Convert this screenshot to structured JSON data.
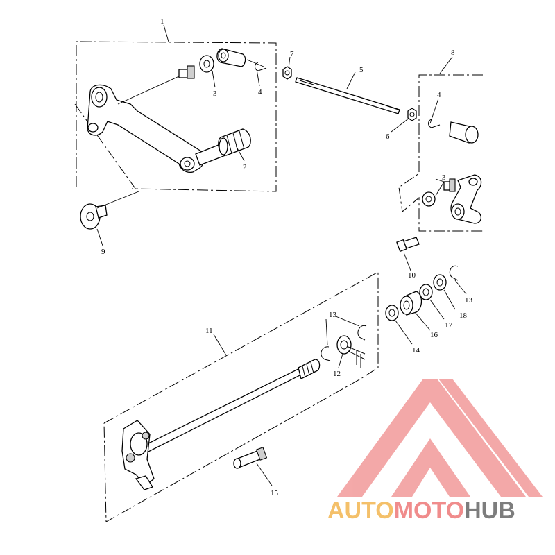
{
  "callouts": {
    "c1": "1",
    "c2": "2",
    "c3a": "3",
    "c3b": "3",
    "c4a": "4",
    "c4b": "4",
    "c5": "5",
    "c6": "6",
    "c7": "7",
    "c8": "8",
    "c9": "9",
    "c10": "10",
    "c11": "11",
    "c12": "12",
    "c13a": "13",
    "c13b": "13",
    "c14": "14",
    "c15": "15",
    "c16": "16",
    "c17": "17",
    "c18": "18"
  },
  "watermark": {
    "part1": "AUTO",
    "part2": "MOTO",
    "part3": "HUB",
    "colors": {
      "auto": "#f4c06a",
      "moto": "#f08c8c",
      "hub": "#7d7d7d",
      "triangle": "#f29a9a"
    }
  }
}
